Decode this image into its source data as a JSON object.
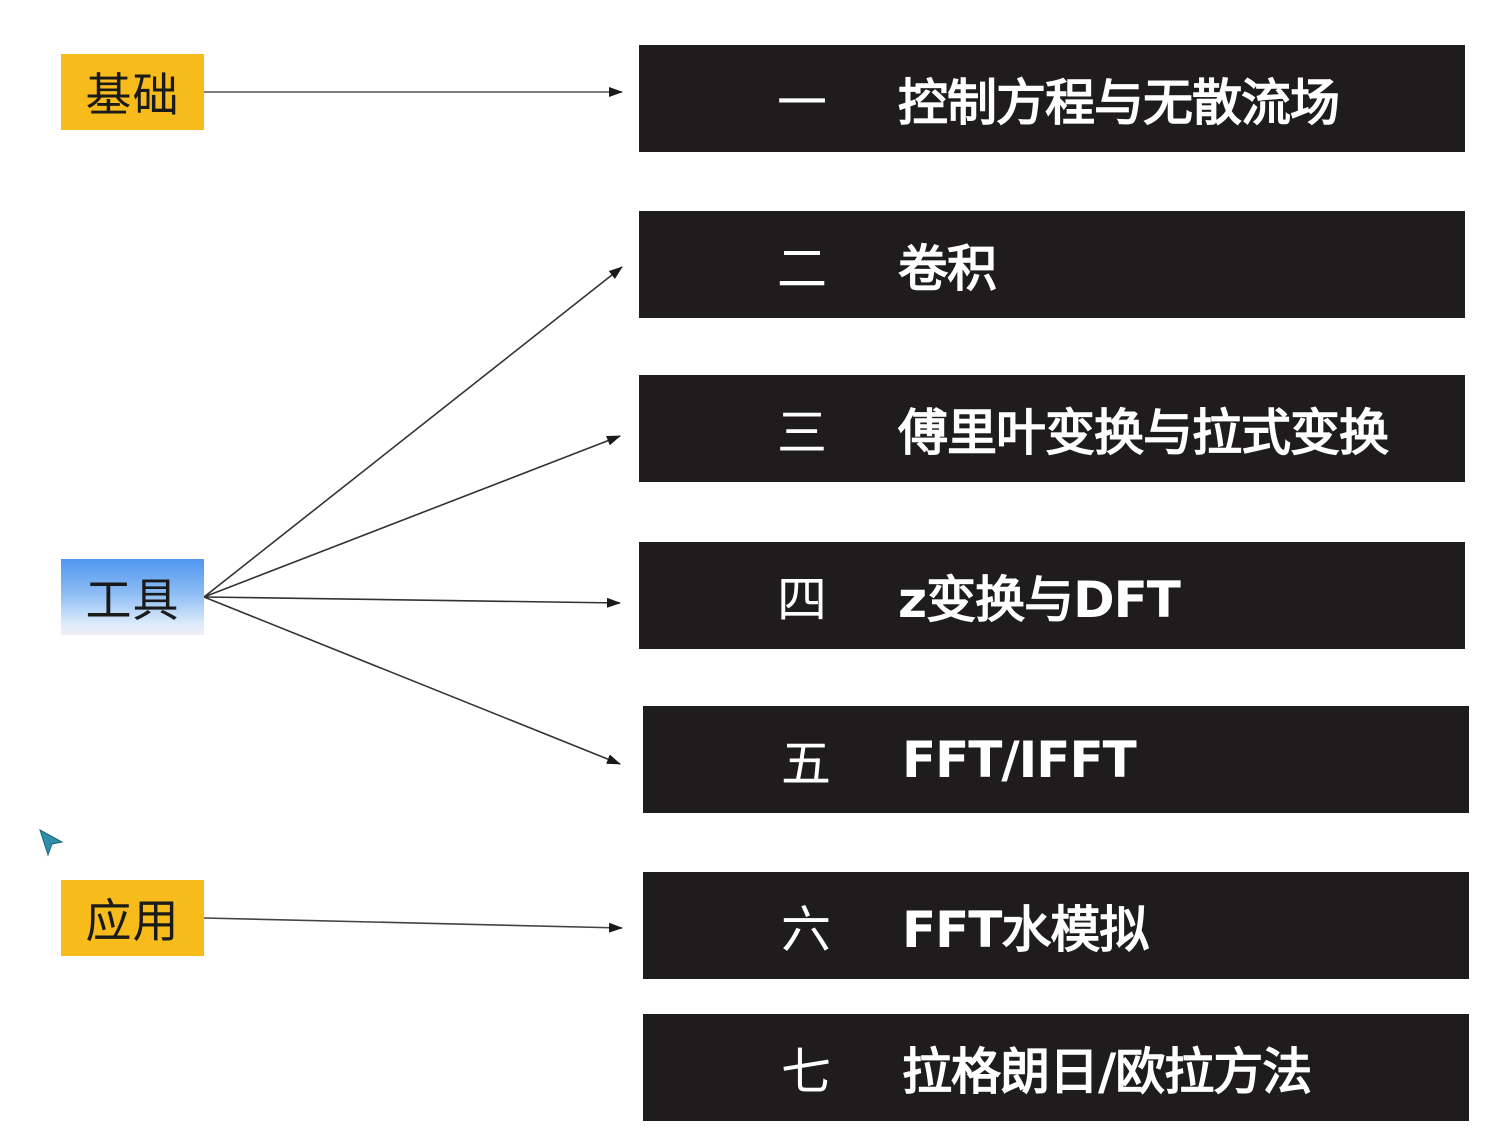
{
  "categories": {
    "basics": "基础",
    "tools": "工具",
    "applications": "应用"
  },
  "chapters": [
    {
      "num": "一",
      "title": "控制方程与无散流场"
    },
    {
      "num": "二",
      "title": "卷积"
    },
    {
      "num": "三",
      "title": "傅里叶变换与拉式变换"
    },
    {
      "num": "四",
      "title": "z变换与DFT"
    },
    {
      "num": "五",
      "title": "FFT/IFFT"
    },
    {
      "num": "六",
      "title": "FFT水模拟"
    },
    {
      "num": "七",
      "title": "拉格朗日/欧拉方法"
    }
  ],
  "colors": {
    "category_yellow": "#f7bb1c",
    "category_blue": "#4f97f0",
    "chapter_box": "#1e1c1c",
    "arrow": "#1a1a1a",
    "cursor": "#2f8fa8"
  },
  "icons": {
    "pointer": "mouse-cursor-icon"
  }
}
